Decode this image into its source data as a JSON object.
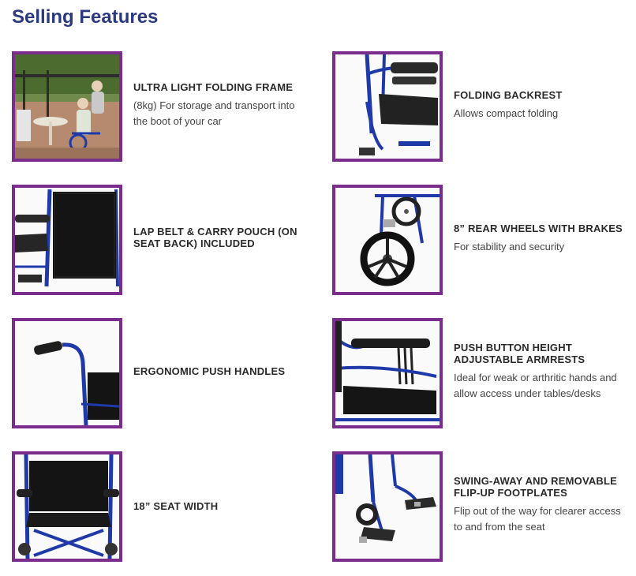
{
  "page_title": "Selling Features",
  "colors": {
    "title": "#2b3a7f",
    "frame": "#7b2d8e",
    "chair_frame": "#1f3aa8"
  },
  "features": [
    {
      "title": "ULTRA LIGHT FOLDING FRAME",
      "description": "(8kg) For storage and transport into the boot of your car",
      "image": "outdoor-garden-scene-photo"
    },
    {
      "title": "FOLDING BACKREST",
      "description": "Allows compact folding",
      "image": "folding-backrest-photo"
    },
    {
      "title": "LAP BELT & CARRY POUCH (ON SEAT BACK) INCLUDED",
      "description": "",
      "image": "carry-pouch-photo"
    },
    {
      "title": "8” REAR WHEELS WITH BRAKES",
      "description": "For stability and security",
      "image": "rear-wheel-photo"
    },
    {
      "title": "ERGONOMIC PUSH HANDLES",
      "description": "",
      "image": "push-handle-photo"
    },
    {
      "title": "PUSH BUTTON HEIGHT ADJUSTABLE ARMRESTS",
      "description": "Ideal for weak or arthritic hands and allow access under tables/desks",
      "image": "armrest-photo"
    },
    {
      "title": "18” SEAT WIDTH",
      "description": "",
      "image": "seat-width-photo"
    },
    {
      "title": "SWING-AWAY AND REMOVABLE FLIP-UP FOOTPLATES",
      "description": "Flip out of the way for clearer access to and from the seat",
      "image": "footplates-photo"
    }
  ]
}
